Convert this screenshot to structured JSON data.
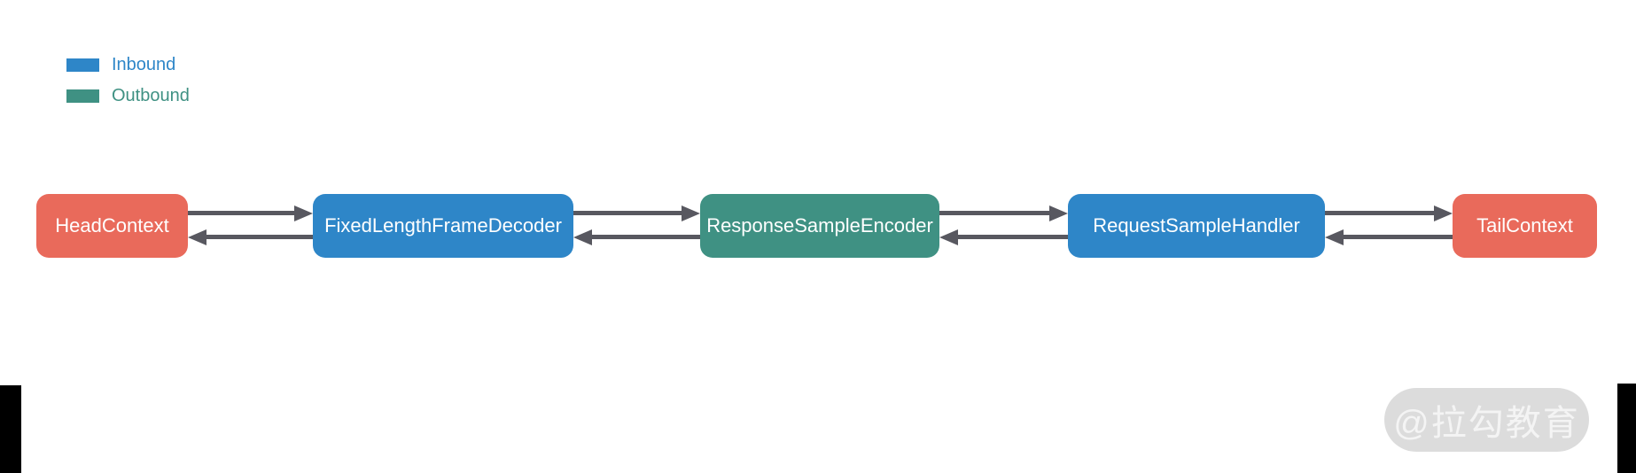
{
  "legend": {
    "items": [
      {
        "label": "Inbound",
        "color": "#2E86C8"
      },
      {
        "label": "Outbound",
        "color": "#3F9183"
      }
    ]
  },
  "pipeline": {
    "nodes": [
      {
        "label": "HeadContext",
        "type": "context"
      },
      {
        "label": "FixedLengthFrameDecoder",
        "type": "inbound"
      },
      {
        "label": "ResponseSampleEncoder",
        "type": "outbound"
      },
      {
        "label": "RequestSampleHandler",
        "type": "inbound"
      },
      {
        "label": "TailContext",
        "type": "context"
      }
    ],
    "links": [
      {
        "from": "HeadContext",
        "to": "FixedLengthFrameDecoder",
        "directions": [
          "right",
          "left"
        ]
      },
      {
        "from": "FixedLengthFrameDecoder",
        "to": "ResponseSampleEncoder",
        "directions": [
          "right",
          "left"
        ]
      },
      {
        "from": "ResponseSampleEncoder",
        "to": "RequestSampleHandler",
        "directions": [
          "right",
          "left"
        ]
      },
      {
        "from": "RequestSampleHandler",
        "to": "TailContext",
        "directions": [
          "right",
          "left"
        ]
      }
    ]
  },
  "colors": {
    "inbound": "#2E86C8",
    "outbound": "#3F9183",
    "context": "#E96A5B",
    "arrow": "#585860",
    "watermark_bg": "#DCDCDC",
    "watermark_text": "#F4F4F4"
  },
  "watermark": {
    "text": "@拉勾教育"
  }
}
